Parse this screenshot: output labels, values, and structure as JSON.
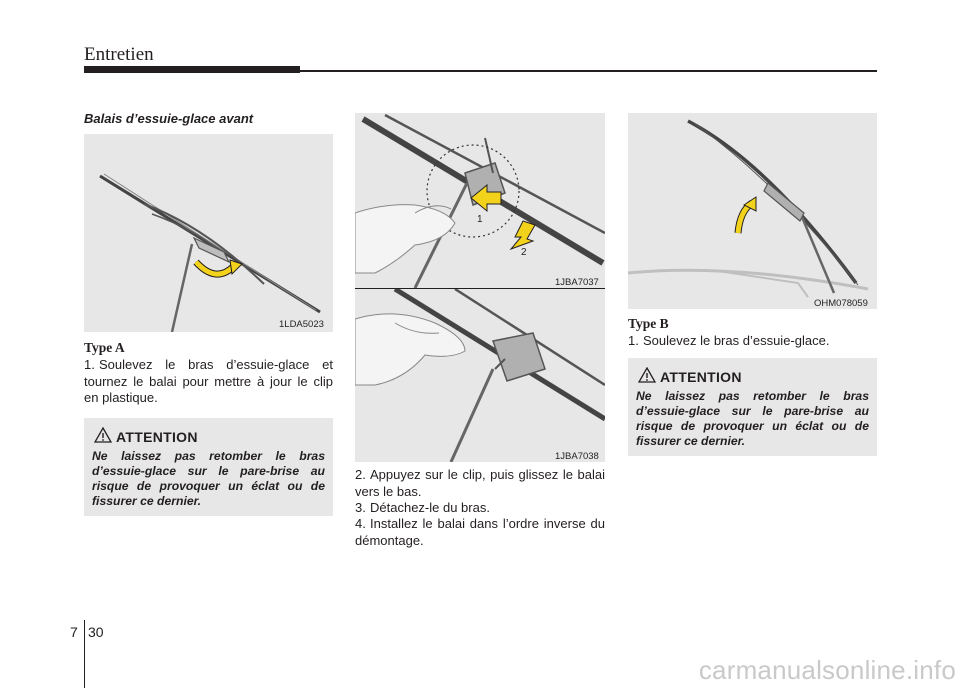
{
  "header": {
    "title": "Entretien"
  },
  "section": {
    "title": "Balais d’essuie-glace avant"
  },
  "figures": {
    "fig1": {
      "code": "1LDA5023"
    },
    "fig2": {
      "code": "1JBA7037",
      "callout1": "1",
      "callout2": "2"
    },
    "fig3": {
      "code": "1JBA7038"
    },
    "fig4": {
      "code": "OHM078059"
    }
  },
  "typeA": {
    "heading": "Type A",
    "steps": [
      {
        "num": "1.",
        "text": "Soulevez le bras d’essuie-glace et tournez le balai pour mettre à jour le clip en plastique."
      }
    ]
  },
  "middle": {
    "steps": [
      {
        "num": "2.",
        "text": "Appuyez sur le clip, puis glissez le balai vers le bas."
      },
      {
        "num": "3.",
        "text": "Détachez-le du bras."
      },
      {
        "num": "4.",
        "text": "Installez le balai dans l’ordre inverse du démontage."
      }
    ]
  },
  "typeB": {
    "heading": "Type B",
    "steps": [
      {
        "num": "1.",
        "text": "Soulevez le bras d’essuie-glace."
      }
    ]
  },
  "warning_left": {
    "title": "ATTENTION",
    "text": "Ne laissez pas retomber le bras d’essuie-glace sur le pare-brise au risque de provoquer un éclat ou de fissurer ce dernier."
  },
  "warning_right": {
    "title": "ATTENTION",
    "text": "Ne laissez pas retomber le bras d’essuie-glace sur le pare-brise au risque de provoquer un éclat ou de fissurer ce dernier."
  },
  "footer": {
    "chapter": "7",
    "page": "30"
  },
  "watermark": "carmanualsonline.info",
  "colors": {
    "figure_bg": "#e7e7e7",
    "arrow_yellow": "#f2d21b",
    "text": "#231f20"
  }
}
